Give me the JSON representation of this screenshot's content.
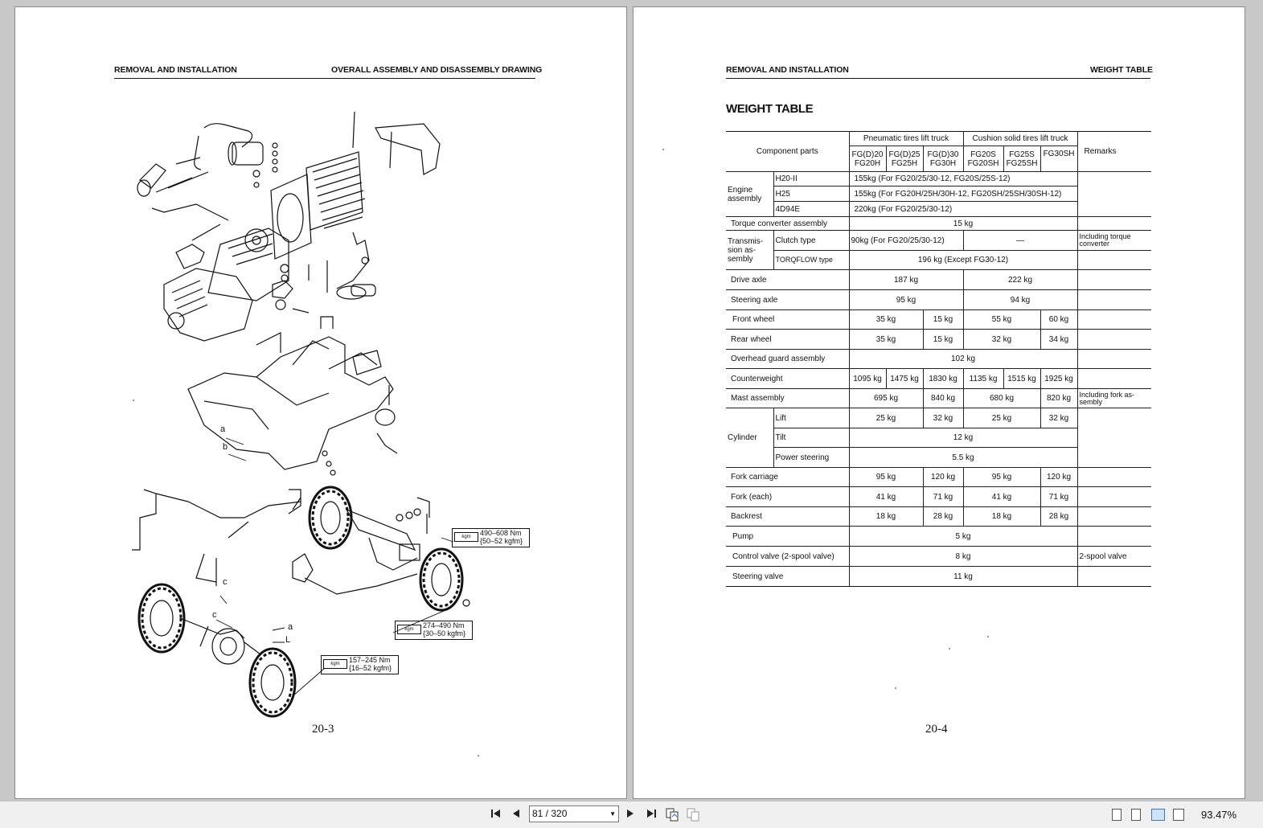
{
  "left_page": {
    "header_left": "REMOVAL AND INSTALLATION",
    "header_right": "OVERALL ASSEMBLY AND DISASSEMBLY DRAWING",
    "page_number": "20-3",
    "callouts": {
      "a_top": "a",
      "b": "b",
      "c_top": "c",
      "c_bottom": "c",
      "a_bottom": "a",
      "L": "L",
      "torque1_nm": "490–608 Nm",
      "torque1_kgfm": "{50–52 kgfm}",
      "torque2_nm": "274–490 Nm",
      "torque2_kgfm": "{30–50 kgfm}",
      "torque3_nm": "157–245 Nm",
      "torque3_kgfm": "{16–52 kgfm}",
      "kgm": "kgm"
    }
  },
  "right_page": {
    "header_left": "REMOVAL AND INSTALLATION",
    "header_right": "WEIGHT TABLE",
    "title": "WEIGHT TABLE",
    "page_number": "20-4",
    "table": {
      "component_parts": "Component parts",
      "pneumatic": "Pneumatic tires lift truck",
      "cushion": "Cushion solid tires lift truck",
      "remarks": "Remarks",
      "models": [
        [
          "FG(D)20",
          "FG20H"
        ],
        [
          "FG(D)25",
          "FG25H"
        ],
        [
          "FG(D)30",
          "FG30H"
        ],
        [
          "FG20S",
          "FG20SH"
        ],
        [
          "FG25S",
          "FG25SH"
        ],
        [
          "FG30SH",
          ""
        ]
      ],
      "engine": "Engine assembly",
      "h20": "H20-II",
      "h20_val": "155kg (For FG20/25/30-12, FG20S/25S-12)",
      "h25": "H25",
      "h25_val": "155kg (For FG20H/25H/30H-12, FG20SH/25SH/30SH-12)",
      "d4": "4D94E",
      "d4_val": "220kg (For FG20/25/30-12)",
      "torque_conv": "Torque converter assembly",
      "torque_conv_val": "15 kg",
      "trans": "Transmis- sion as- sembly",
      "clutch": "Clutch type",
      "clutch_val": "90kg (For FG20/25/30-12)",
      "clutch_dash": "—",
      "clutch_rem": "Including torque converter",
      "torqflow": "TORQFLOW type",
      "torqflow_val": "196 kg (Except FG30-12)",
      "drive_axle": "Drive axle",
      "drive_p": "187 kg",
      "drive_c": "222 kg",
      "steer_axle": "Steering axle",
      "steer_p": "95 kg",
      "steer_c": "94 kg",
      "front_wheel": "Front wheel",
      "front_vals": [
        "35 kg",
        "15 kg",
        "55 kg",
        "60 kg"
      ],
      "rear_wheel": "Rear wheel",
      "rear_vals": [
        "35 kg",
        "15 kg",
        "32 kg",
        "34 kg"
      ],
      "overhead": "Overhead guard assembly",
      "overhead_val": "102 kg",
      "counterweight": "Counterweight",
      "cw_vals": [
        "1095 kg",
        "1475 kg",
        "1830 kg",
        "1135 kg",
        "1515 kg",
        "1925 kg"
      ],
      "mast": "Mast assembly",
      "mast_vals": [
        "695 kg",
        "840 kg",
        "680 kg",
        "820 kg"
      ],
      "mast_rem": "Including fork as- sembly",
      "cylinder": "Cylinder",
      "lift": "Lift",
      "lift_vals": [
        "25 kg",
        "32 kg",
        "25 kg",
        "32 kg"
      ],
      "tilt": "Tilt",
      "tilt_val": "12 kg",
      "power_steer": "Power steering",
      "power_steer_val": "5.5 kg",
      "fork_carriage": "Fork carriage",
      "fc_vals": [
        "95 kg",
        "120 kg",
        "95 kg",
        "120 kg"
      ],
      "fork_each": "Fork (each)",
      "fe_vals": [
        "41 kg",
        "71 kg",
        "41 kg",
        "71 kg"
      ],
      "backrest": "Backrest",
      "br_vals": [
        "18 kg",
        "28 kg",
        "18 kg",
        "28 kg"
      ],
      "pump": "Pump",
      "pump_val": "5 kg",
      "control_valve": "Control valve  (2-spool valve)",
      "cv_val": "8 kg",
      "cv_rem": "2-spool valve",
      "steering_valve": "Steering valve",
      "sv_val": "11 kg"
    }
  },
  "toolbar": {
    "page_indicator": "81 / 320",
    "zoom": "93.47%",
    "icons": [
      "first-page-icon",
      "prev-page-icon",
      "next-page-icon",
      "last-page-icon",
      "prev-view-icon",
      "next-view-icon"
    ]
  }
}
